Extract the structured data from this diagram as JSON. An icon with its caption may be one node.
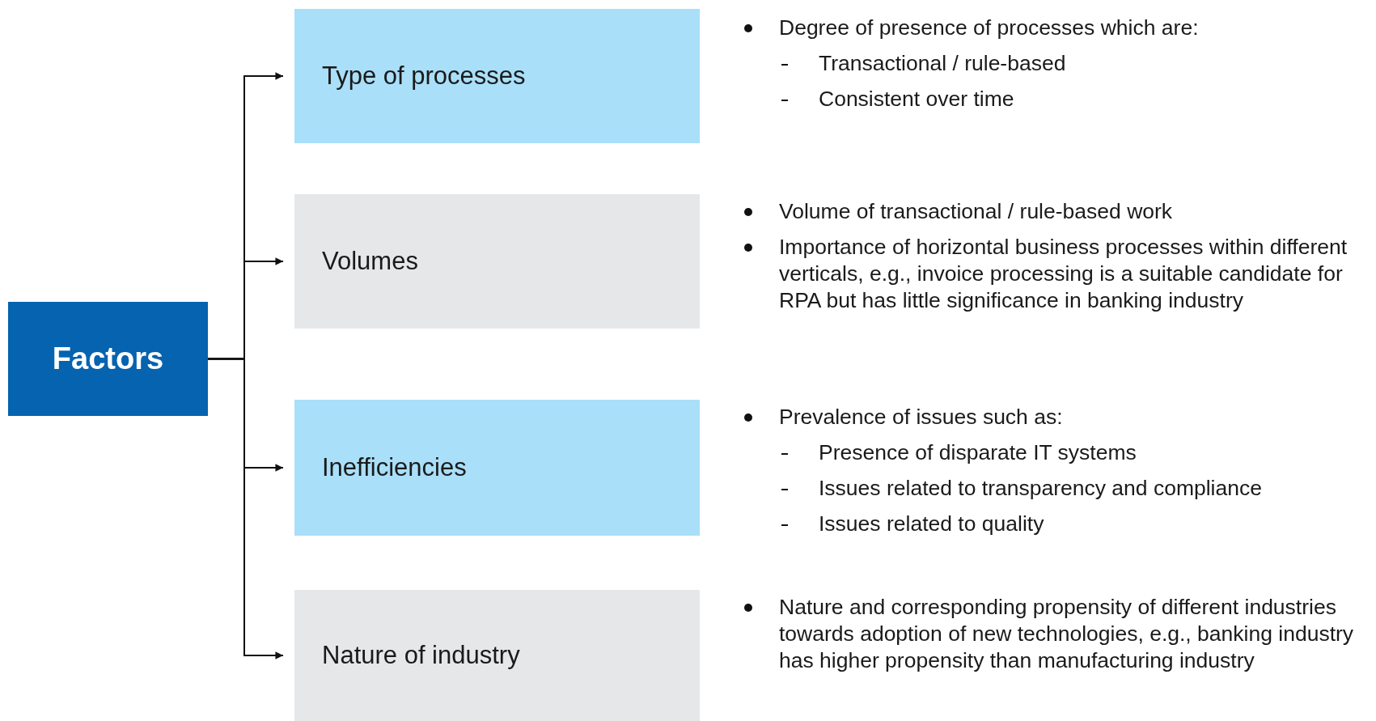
{
  "diagram": {
    "nodes": [
      {
        "text": [
          "Factors"
        ]
      },
      {
        "text": [
          "Type of processes"
        ],
        "beside": [
          "Degree of presence of processes which are:",
          "Transactional / rule-based",
          "Consistent over time"
        ]
      },
      {
        "text": [
          "Volumes"
        ],
        "beside": [
          "Volume of transactional / rule-based work",
          "Importance of horizontal business processes within different verticals, e.g., invoice processing is a suitable candidate for RPA but has little significance in banking industry"
        ]
      },
      {
        "text": [
          "Inefficiencies"
        ],
        "beside": [
          "Prevalence of issues such as:",
          "Presence of disparate IT systems",
          "Issues related to transparency and compliance",
          "Issues related to quality"
        ]
      },
      {
        "text": [
          "Nature of industry"
        ],
        "beside": [
          "Nature and corresponding propensity of different industries towards adoption of new technologies, e.g., banking industry has higher propensity than manufacturing industry"
        ]
      }
    ],
    "edges": [
      {
        "from": 0,
        "to": 1,
        "arrow": "to"
      },
      {
        "from": 0,
        "to": 2,
        "arrow": "to"
      },
      {
        "from": 0,
        "to": 3,
        "arrow": "to"
      },
      {
        "from": 0,
        "to": 4,
        "arrow": "to"
      }
    ]
  }
}
